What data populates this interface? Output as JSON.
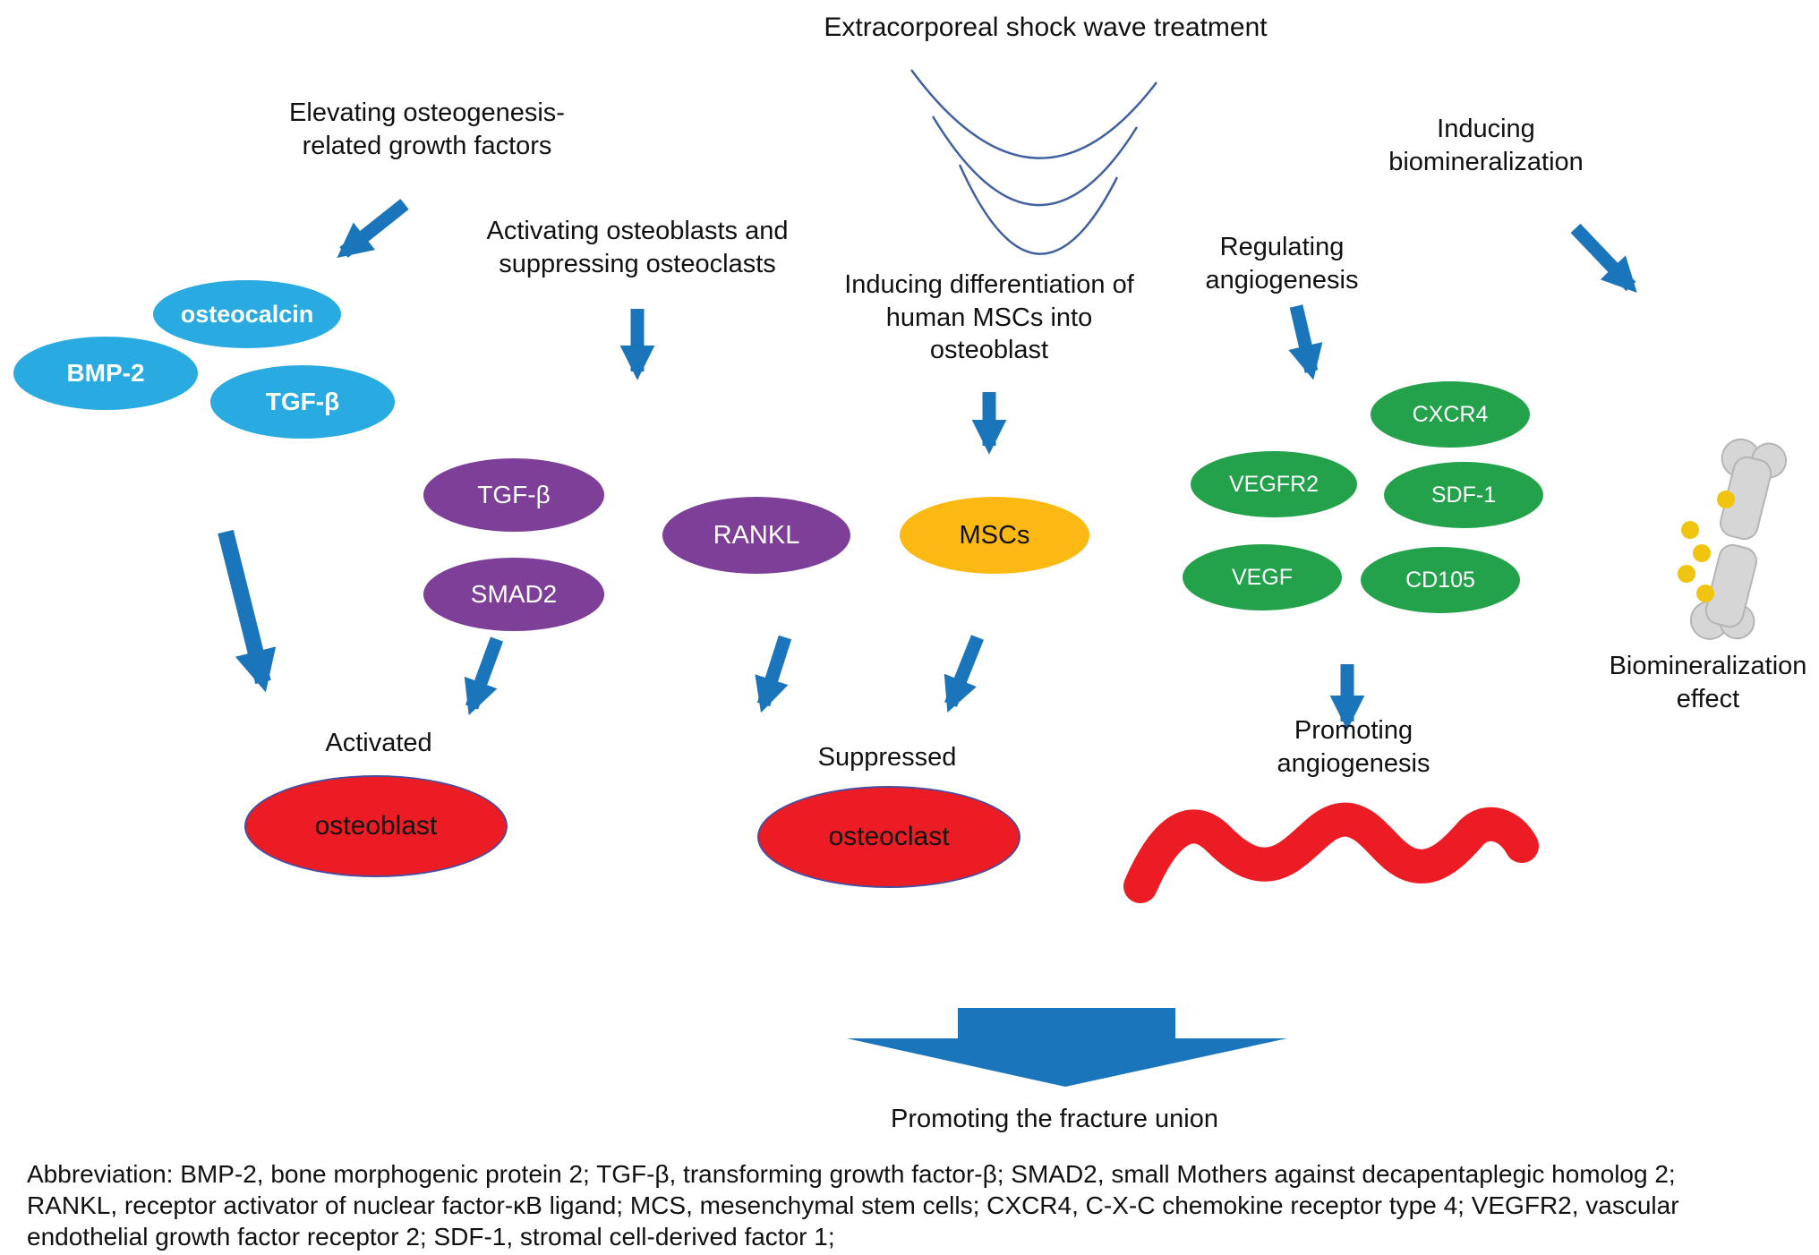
{
  "diagram": {
    "title": "Extracorporeal shock wave treatment",
    "branches": {
      "growth_factors": {
        "heading": "Elevating osteogenesis-\nrelated growth factors",
        "nodes": {
          "osteocalcin": "osteocalcin",
          "bmp2": "BMP-2",
          "tgfb": "TGF-β"
        },
        "outcome_state": "Activated",
        "outcome": "osteoblast"
      },
      "osteoblast_osteoclast": {
        "heading": "Activating osteoblasts and\nsuppressing osteoclasts",
        "nodes": {
          "tgfb": "TGF-β",
          "smad2": "SMAD2",
          "rankl": "RANKL"
        },
        "outcome_state": "Suppressed",
        "outcome": "osteoclast"
      },
      "msc": {
        "heading": "Inducing differentiation of\nhuman MSCs into\nosteoblast",
        "nodes": {
          "mscs": "MSCs"
        }
      },
      "angiogenesis": {
        "heading": "Regulating\nangiogenesis",
        "nodes": {
          "cxcr4": "CXCR4",
          "vegfr2": "VEGFR2",
          "sdf1": "SDF-1",
          "vegf": "VEGF",
          "cd105": "CD105"
        },
        "outcome": "Promoting\nangiogenesis"
      },
      "biomineralization": {
        "heading": "Inducing\nbiomineralization",
        "outcome": "Biomineralization\neffect"
      }
    },
    "conclusion": "Promoting the fracture union",
    "footnote": "Abbreviation: BMP-2, bone morphogenic protein 2; TGF-β, transforming growth factor-β; SMAD2, small Mothers against decapentaplegic homolog 2;\nRANKL, receptor activator of nuclear factor-κB ligand; MCS, mesenchymal stem cells; CXCR4, C-X-C chemokine receptor type 4; VEGFR2, vascular\nendothelial growth factor receptor 2; SDF-1, stromal cell-derived factor 1;",
    "palette": {
      "arrow_blue": "#1B75BB",
      "node_blue": "#29ABE2",
      "node_purple": "#7D3F98",
      "node_yellow": "#FDB913",
      "node_green": "#23A14B",
      "node_red": "#EC1C24",
      "wave_line": "#41609F",
      "bone_gray": "#D6D6D6",
      "mineral_yellow": "#F1C40F"
    }
  }
}
